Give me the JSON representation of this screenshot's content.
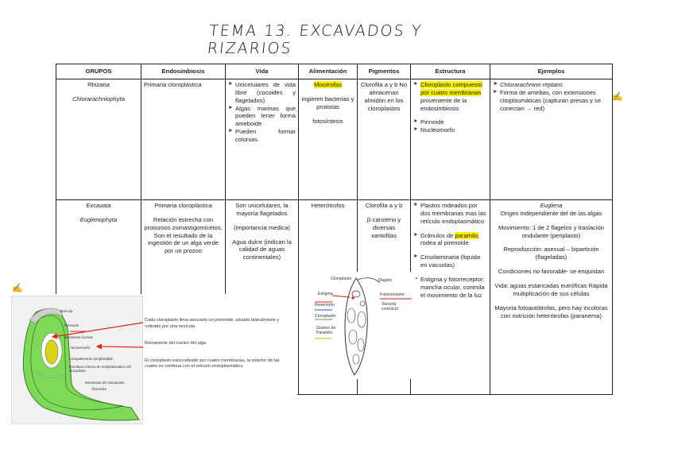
{
  "title": "TEMA 13. EXCAVADOS Y RIZARIOS",
  "headers": [
    "GRUPOS",
    "Endosimbiosis",
    "Vida",
    "Alimentación",
    "Pigmentos",
    "Estructura",
    "Ejemplos"
  ],
  "rows": [
    {
      "group_name": "Rhizaria",
      "group_sub": "Chlorarachniophyta",
      "endo": [
        "Primaria cloroplástica"
      ],
      "vida": [
        "Unicelulares de vida libre (cocoides y flagelados)",
        "Algas marinas que pueden tener forma ameboide",
        "Pueden formar colonias"
      ],
      "alim_hl": "Mixotrofas",
      "alim": [
        "ingieren bacterias y protistas",
        "fotosíntesis"
      ],
      "pig": "Clorofila a y b No almacenan almidón en los cloroplastos",
      "estr_hl": "Cloroplasto compuesto por cuatro membranas",
      "estr_rest": "proveniente de la endosimbiosis",
      "estr_items": [
        "Pirinoide",
        "Nucleomorfo"
      ],
      "ejem_items": [
        "Chlorarachnion reptans",
        "Forma de amebas, con extensiones citoplasmáticas (capturan presas y se conectan → red)"
      ]
    },
    {
      "group_name": "Excavata",
      "group_sub": "Euglenophyta",
      "endo": [
        "Primaria cloroplástica",
        "Relación estrecha con protozoos zomastigomicetos. Son el resultado de la ingestión de un alga verde por un prozoo"
      ],
      "vida": [
        "Son unicelulares, la mayoría flagelados",
        "(importancia medica)",
        "Agua dulce (indican la calidad de aguas continentales)"
      ],
      "alim": [
        "Heterótrofos"
      ],
      "pig": [
        "Clorofila a y b",
        "β-caroteno y diversas xantofilas"
      ],
      "estr_items": [
        "Plastos rodeados por dos membranas mas las retículo endoplasmático",
        "Gránulos de paramilo, rodea al pirenoide",
        "Crisolaminaria (liquida en vacuolas)",
        "Estigma y fotorreceptor: mancha ocular, controla el movimiento de la luz"
      ],
      "estr_hl_word": "paramilo",
      "ejem": [
        "Euglena",
        "Origen independiente del de las algas",
        "Movimiento: 1 de 2 flagelos y traslación ondulante (periplasto)",
        "Reproducción: asexual – bipartición (flageladas)",
        "Condiciones no favorable- se enquistan",
        "Vida: aguas estancadas eutróficas Rápida multiplicación de sus células",
        "Mayoría fotoautótrofas, pero hay incoloras con nutrición heterótrofas (paranema)"
      ]
    }
  ],
  "diagram": {
    "labels": [
      "Vesícula",
      "Pirenoide",
      "Membrana nuclear",
      "Nucleomorfo",
      "Compartimento periplastidial",
      "Envoltura externa de endoplasmático del cloroplasto",
      "Membrana del cloroplasto",
      "Tilacoides"
    ],
    "notes": [
      "Cada cloroplasto lleva asociado un pirenoide, situado lateralmente y rodeado por una vesícula",
      "Remanente del núcleo del alga",
      "El cloroplasto está rodeado por cuatro membranas, la exterior de las cuales es continua con el retículo endoplasmático."
    ]
  },
  "euglena": {
    "labels": [
      "Cloroplasto",
      "Flagelo",
      "Estigma",
      "Fotorreceptor",
      "Reservorio",
      "Vacuola contráctil",
      "Cloroplasto",
      "Granos de Paramilo"
    ]
  },
  "marks": [
    "✍",
    "✍"
  ],
  "colors": {
    "highlight": "#fff200",
    "arrow": "#e0201b",
    "green": "#7ed957",
    "yellow": "#d9d21e"
  }
}
